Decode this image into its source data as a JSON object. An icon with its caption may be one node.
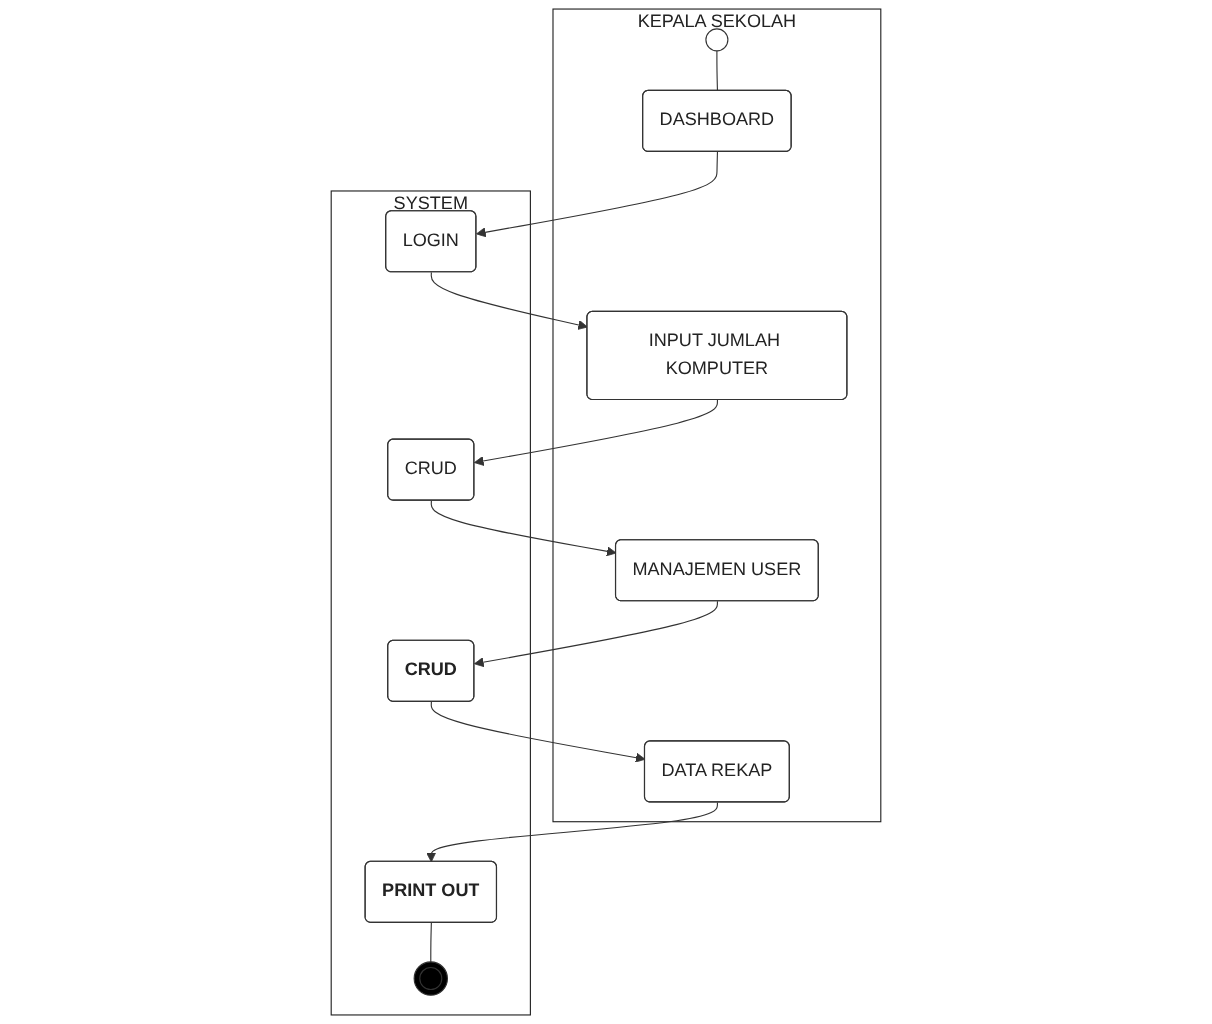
{
  "diagram": {
    "nodes": [
      {
        "text": [
          "KEPALA SEKOLAH"
        ]
      },
      {
        "text": [
          "SYSTEM"
        ]
      },
      {
        "text": [],
        "shape": "circle",
        "in": 0
      },
      {
        "text": [
          "DASHBOARD"
        ],
        "in": 0
      },
      {
        "text": [
          "LOGIN"
        ],
        "in": 1
      },
      {
        "text": [
          "INPUT JUMLAH KOMPUTER"
        ],
        "in": 0
      },
      {
        "text": [
          "CRUD"
        ],
        "in": 1
      },
      {
        "text": [
          "MANAJEMEN USER"
        ],
        "in": 0
      },
      {
        "text": [
          "CRUD"
        ],
        "in": 1
      },
      {
        "text": [
          "DATA REKAP"
        ],
        "in": 0
      },
      {
        "text": [
          "PRINT OUT"
        ],
        "in": 1
      },
      {
        "text": [],
        "shape": "circle",
        "in": 1
      }
    ],
    "edges": [
      {
        "from": 2,
        "to": 3,
        "arrow": "none"
      },
      {
        "from": 3,
        "to": 4,
        "arrow": "to"
      },
      {
        "from": 4,
        "to": 5,
        "arrow": "to"
      },
      {
        "from": 5,
        "to": 6,
        "arrow": "to"
      },
      {
        "from": 6,
        "to": 7,
        "arrow": "to"
      },
      {
        "from": 7,
        "to": 8,
        "arrow": "to"
      },
      {
        "from": 8,
        "to": 9,
        "arrow": "to"
      },
      {
        "from": 9,
        "to": 10,
        "arrow": "to"
      },
      {
        "from": 10,
        "to": 11,
        "arrow": "none"
      }
    ]
  }
}
